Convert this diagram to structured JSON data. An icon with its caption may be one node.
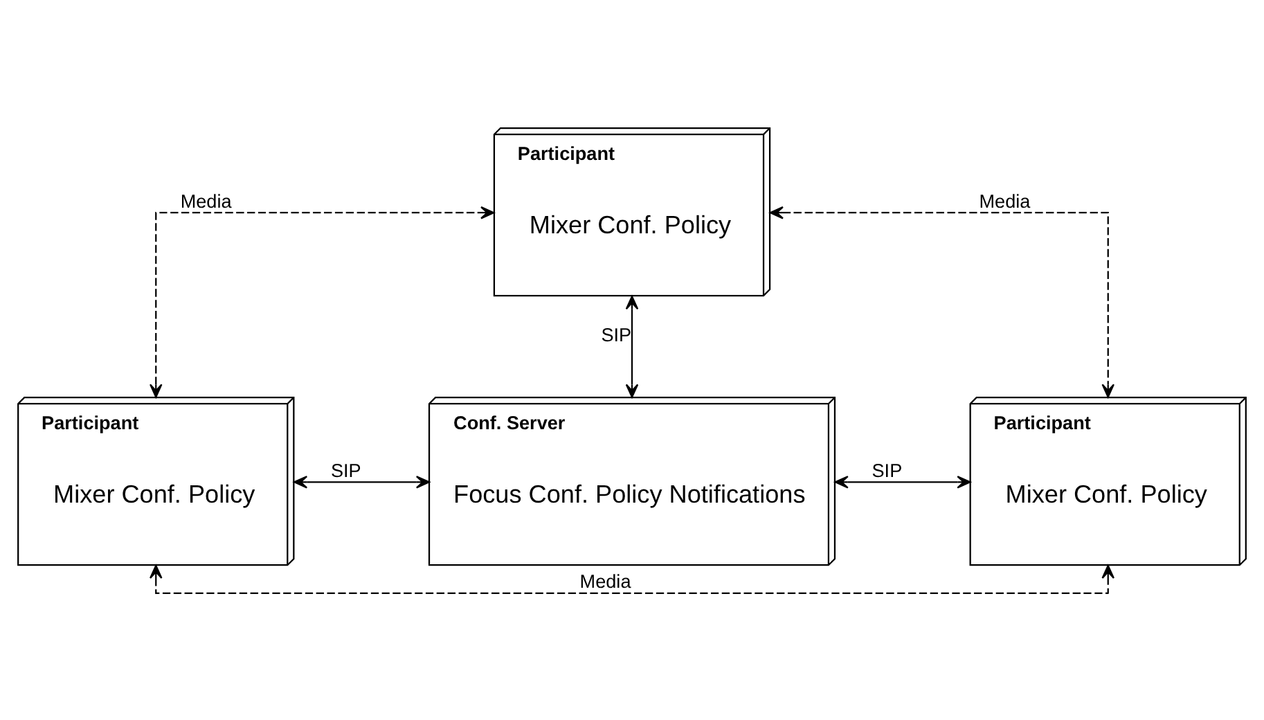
{
  "diagram": {
    "nodes": [
      {
        "text": [
          "Participant",
          "Mixer Conf. Policy"
        ]
      },
      {
        "text": [
          "Participant",
          "Mixer Conf. Policy"
        ]
      },
      {
        "text": [
          "Conf. Server",
          "Focus Conf. Policy Notifications"
        ]
      },
      {
        "text": [
          "Participant",
          "Mixer Conf. Policy"
        ]
      }
    ],
    "edges": [
      {
        "from": 1,
        "to": 0,
        "arrow": "both",
        "label": "Media",
        "style": "dashed"
      },
      {
        "from": 0,
        "to": 3,
        "arrow": "both",
        "label": "Media",
        "style": "dashed"
      },
      {
        "from": 0,
        "to": 2,
        "arrow": "both",
        "label": "SIP"
      },
      {
        "from": 1,
        "to": 2,
        "arrow": "both",
        "label": "SIP"
      },
      {
        "from": 2,
        "to": 3,
        "arrow": "both",
        "label": "SIP"
      },
      {
        "from": 1,
        "to": 3,
        "arrow": "both",
        "label": "Media",
        "style": "dashed"
      }
    ]
  }
}
